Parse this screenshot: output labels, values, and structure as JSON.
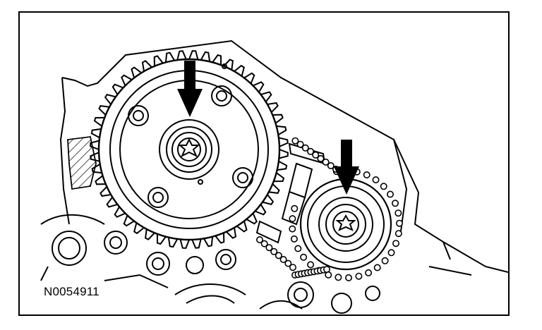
{
  "figure": {
    "id": "N0054911"
  },
  "colors": {
    "ink": "#000000",
    "paper": "#ffffff"
  },
  "callouts": [
    {
      "icon": "arrow-down-icon",
      "points_to": "camshaft-sprocket-bolt"
    },
    {
      "icon": "arrow-down-icon",
      "points_to": "chain-sprocket-bolt"
    }
  ]
}
